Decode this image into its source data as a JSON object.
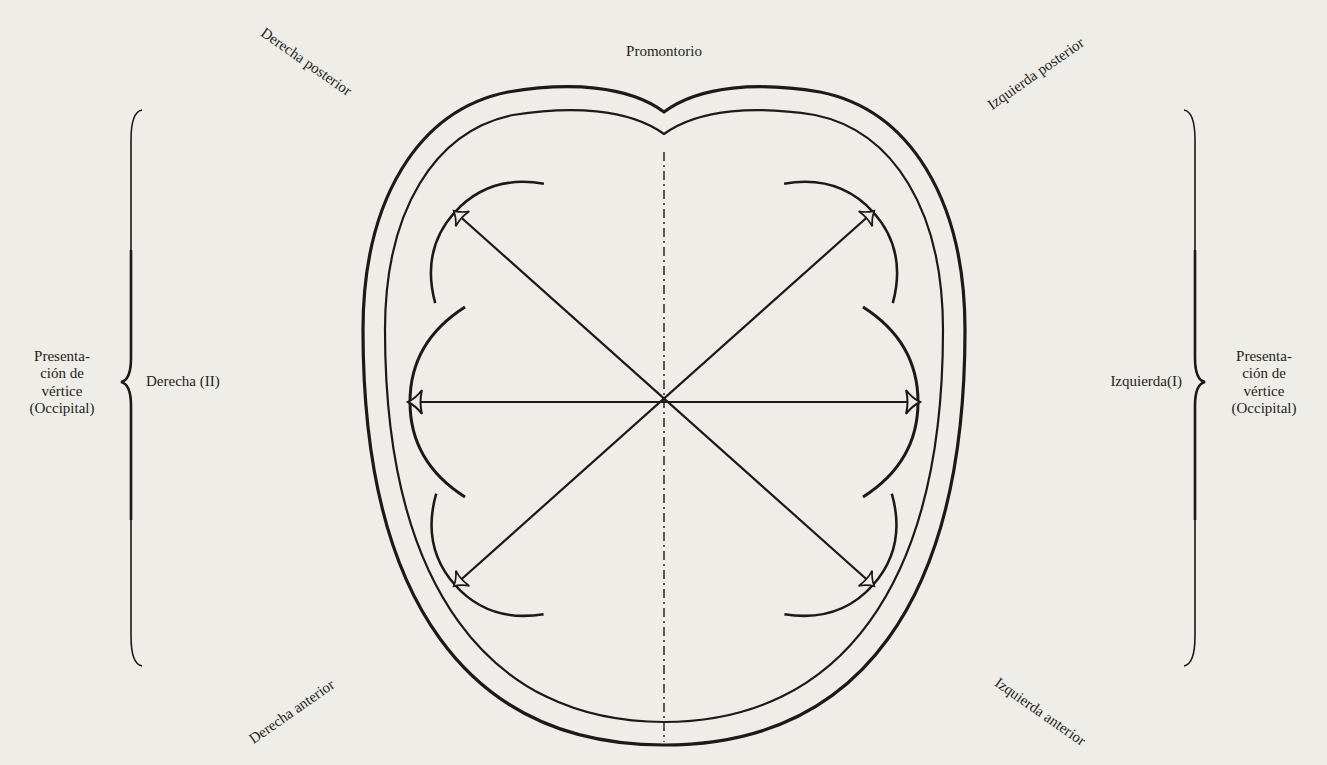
{
  "diagram": {
    "labels": [
      "Derecha posterior",
      "Promontorio",
      "Izquierda posterior",
      "Presenta- ción de vértice (Occipital)",
      "Derecha (II)",
      "Izquierda(I)",
      "Presenta- ción de vértice (Occipital)",
      "Derecha anterior",
      "Izquierda anterior"
    ]
  }
}
